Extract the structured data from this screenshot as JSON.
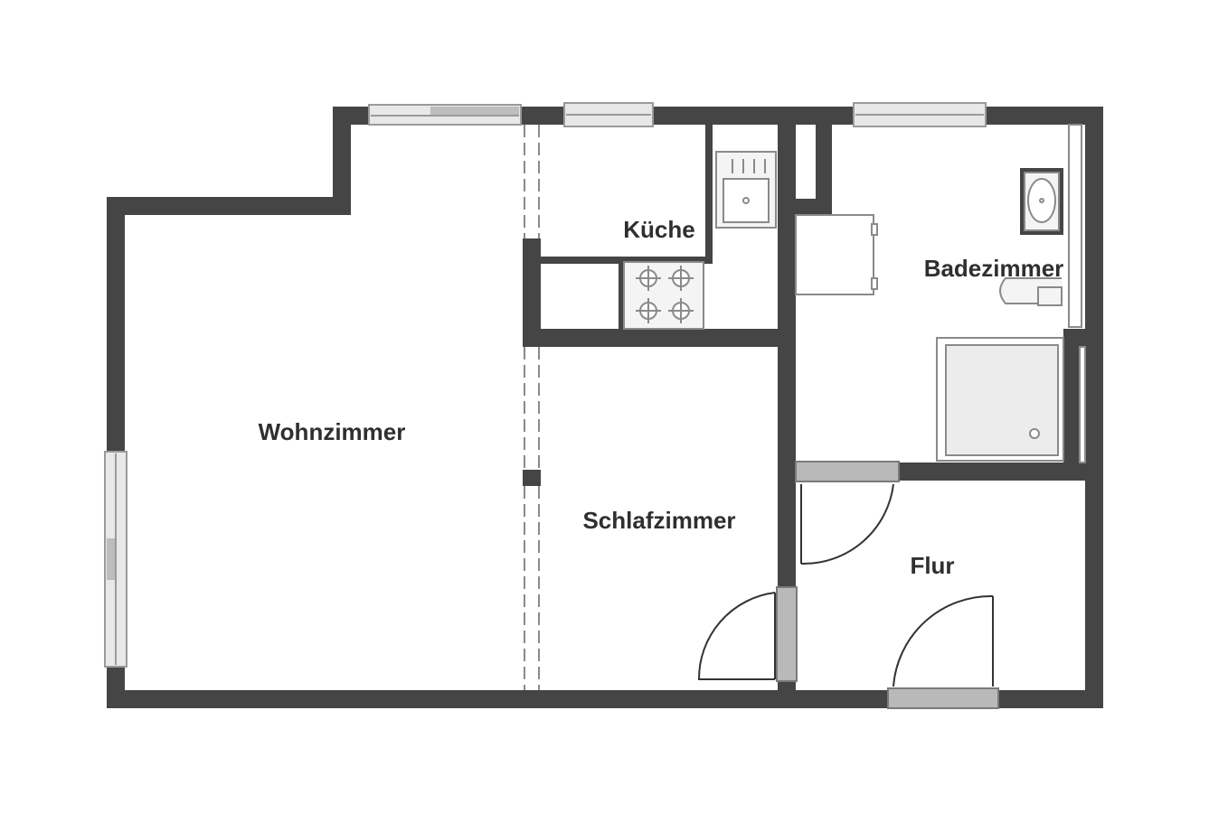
{
  "rooms": {
    "wohnzimmer": "Wohnzimmer",
    "kueche": "Küche",
    "badezimmer": "Badezimmer",
    "schlafzimmer": "Schlafzimmer",
    "flur": "Flur"
  },
  "colors": {
    "wall": "#454545",
    "window_frame": "#9a9a9a",
    "window_glass": "#e8e8e8",
    "door_leaf": "#b9b9b9",
    "fixture_stroke": "#8a8a8a",
    "fixture_fill": "#f2f2f2",
    "label": "#2f2f2f"
  }
}
